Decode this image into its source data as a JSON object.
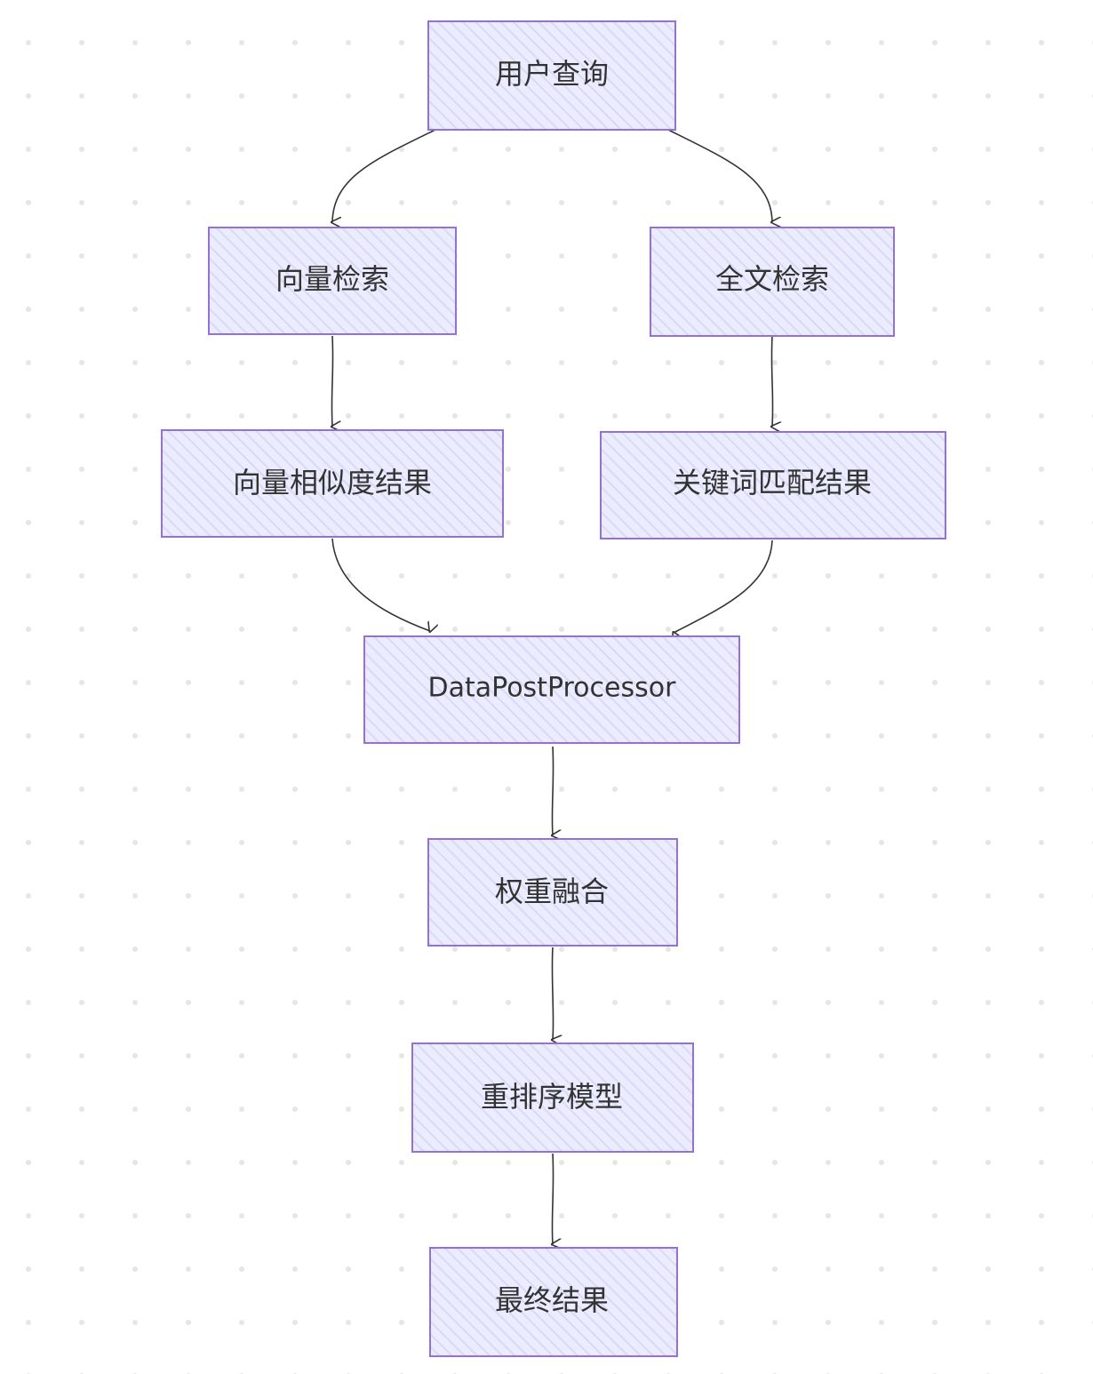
{
  "colors": {
    "background": "#ffffff",
    "dot": "#e3e3e3",
    "node_fill": "#ececff",
    "node_hatch": "#d6d6f5",
    "node_stroke": "#9370db",
    "edge": "#333333",
    "text": "#333333"
  },
  "nodes": [
    {
      "id": "user-query",
      "label": "用户查询"
    },
    {
      "id": "vector-search",
      "label": "向量检索"
    },
    {
      "id": "fulltext-search",
      "label": "全文检索"
    },
    {
      "id": "vector-similarity-result",
      "label": "向量相似度结果"
    },
    {
      "id": "keyword-match-result",
      "label": "关键词匹配结果"
    },
    {
      "id": "data-post-processor",
      "label": "DataPostProcessor"
    },
    {
      "id": "weight-fusion",
      "label": "权重融合"
    },
    {
      "id": "rerank-model",
      "label": "重排序模型"
    },
    {
      "id": "final-result",
      "label": "最终结果"
    }
  ],
  "edges": [
    {
      "from": "user-query",
      "to": "vector-search"
    },
    {
      "from": "user-query",
      "to": "fulltext-search"
    },
    {
      "from": "vector-search",
      "to": "vector-similarity-result"
    },
    {
      "from": "fulltext-search",
      "to": "keyword-match-result"
    },
    {
      "from": "vector-similarity-result",
      "to": "data-post-processor"
    },
    {
      "from": "keyword-match-result",
      "to": "data-post-processor"
    },
    {
      "from": "data-post-processor",
      "to": "weight-fusion"
    },
    {
      "from": "weight-fusion",
      "to": "rerank-model"
    },
    {
      "from": "rerank-model",
      "to": "final-result"
    }
  ]
}
